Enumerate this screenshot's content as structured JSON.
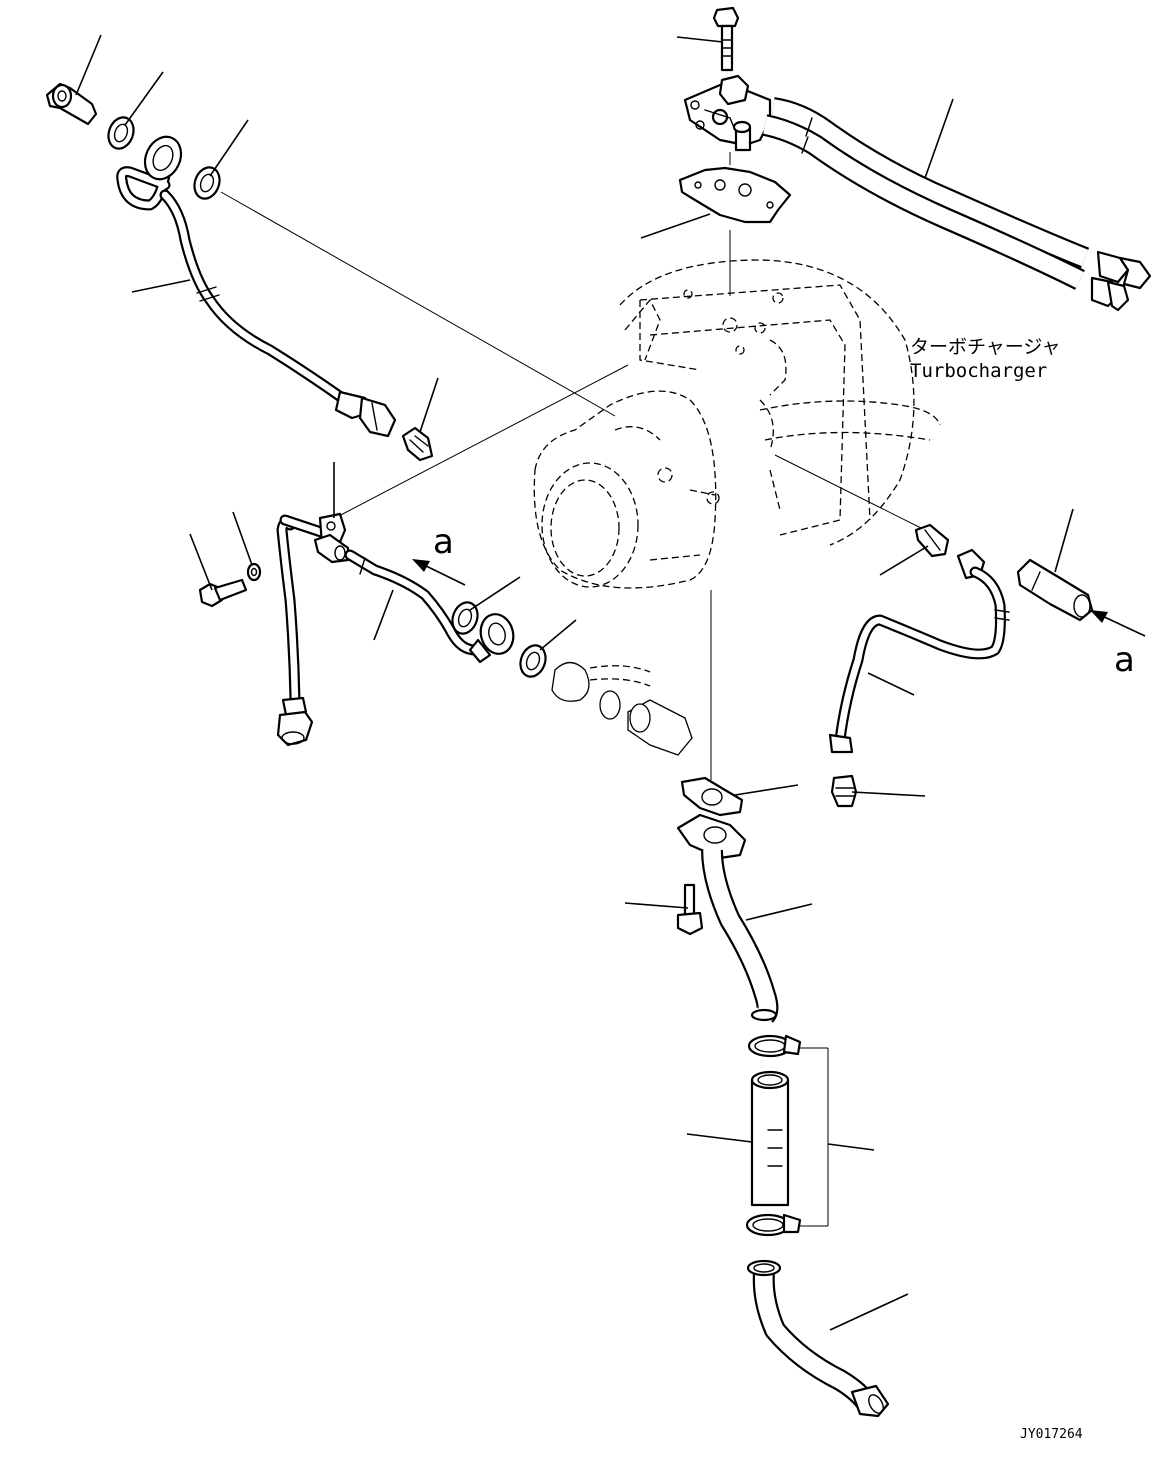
{
  "labels": {
    "turbocharger_jp": "ターボチャージャ",
    "turbocharger_en": "Turbocharger",
    "view_arrow_a_top": "a",
    "view_arrow_a_right": "a",
    "drawing_number": "JY017264"
  }
}
